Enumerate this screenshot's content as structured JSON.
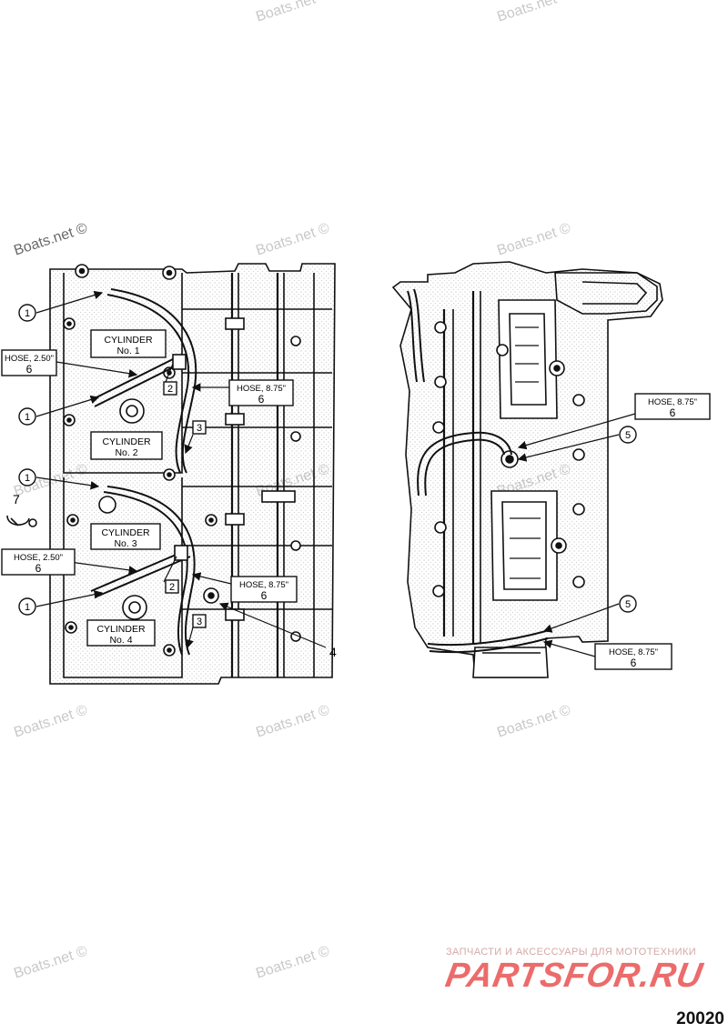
{
  "watermark": "Boats.net ©",
  "diagram_number": "20020",
  "shop": {
    "tagline": "ЗАПЧАСТИ И АКСЕССУАРЫ ДЛЯ МОТОТЕХНИКИ",
    "logo": "PARTSFOR.RU"
  },
  "left_view": {
    "cylinders": [
      {
        "line1": "CYLINDER",
        "line2": "No. 1"
      },
      {
        "line1": "CYLINDER",
        "line2": "No. 2"
      },
      {
        "line1": "CYLINDER",
        "line2": "No. 3"
      },
      {
        "line1": "CYLINDER",
        "line2": "No. 4"
      }
    ],
    "hoses": [
      {
        "line1": "HOSE,  2.50\"",
        "line2": "6"
      },
      {
        "line1": "HOSE,  8.75\"",
        "line2": "6"
      },
      {
        "line1": "HOSE,  2.50\"",
        "line2": "6"
      },
      {
        "line1": "HOSE,  8.75\"",
        "line2": "6"
      }
    ],
    "circle_callouts": [
      "1",
      "1",
      "1",
      "1"
    ],
    "square_callouts": [
      "2",
      "3",
      "2",
      "3"
    ],
    "plain_callouts": [
      "7",
      "4"
    ]
  },
  "right_view": {
    "hoses": [
      {
        "line1": "HOSE,  8.75\"",
        "line2": "6"
      },
      {
        "line1": "HOSE,  8.75\"",
        "line2": "6"
      }
    ],
    "circle_callouts": [
      "5",
      "5"
    ]
  }
}
